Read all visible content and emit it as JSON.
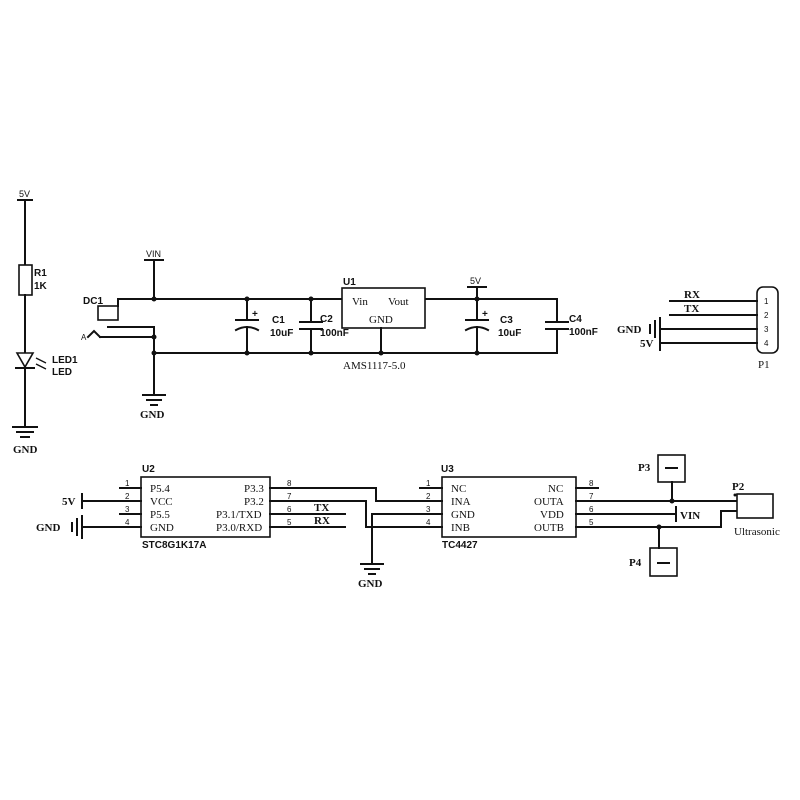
{
  "nets": {
    "v5_top": "5V",
    "gnd_led": "GND",
    "vin": "VIN",
    "gnd_reg": "GND",
    "v5_reg": "5V",
    "rx_p1": "RX",
    "tx_p1": "TX",
    "gnd_p1": "GND",
    "v5_p1": "5V",
    "v5_u2": "5V",
    "gnd_u2": "GND",
    "tx_u2": "TX",
    "rx_u2": "RX",
    "gnd_mid": "GND",
    "vin_u3": "VIN"
  },
  "components": {
    "r1": {
      "ref": "R1",
      "value": "1K"
    },
    "led1": {
      "ref": "LED1",
      "value": "LED"
    },
    "dc1": {
      "ref": "DC1",
      "pin": "A"
    },
    "c1": {
      "ref": "C1",
      "value": "10uF"
    },
    "c2": {
      "ref": "C2",
      "value": "100nF"
    },
    "c3": {
      "ref": "C3",
      "value": "10uF"
    },
    "c4": {
      "ref": "C4",
      "value": "100nF"
    },
    "u1": {
      "ref": "U1",
      "part": "AMS1117-5.0",
      "pin_vin": "Vin",
      "pin_vout": "Vout",
      "pin_gnd": "GND"
    },
    "p1": {
      "ref": "P1",
      "pins": [
        "1",
        "2",
        "3",
        "4"
      ]
    },
    "u2": {
      "ref": "U2",
      "part": "STC8G1K17A",
      "left_pins": [
        {
          "num": "1",
          "name": "P5.4"
        },
        {
          "num": "2",
          "name": "VCC"
        },
        {
          "num": "3",
          "name": "P5.5"
        },
        {
          "num": "4",
          "name": "GND"
        }
      ],
      "right_pins": [
        {
          "num": "8",
          "name": "P3.3"
        },
        {
          "num": "7",
          "name": "P3.2"
        },
        {
          "num": "6",
          "name": "P3.1/TXD"
        },
        {
          "num": "5",
          "name": "P3.0/RXD"
        }
      ]
    },
    "u3": {
      "ref": "U3",
      "part": "TC4427",
      "left_pins": [
        {
          "num": "1",
          "name": "NC"
        },
        {
          "num": "2",
          "name": "INA"
        },
        {
          "num": "3",
          "name": "GND"
        },
        {
          "num": "4",
          "name": "INB"
        }
      ],
      "right_pins": [
        {
          "num": "8",
          "name": "NC"
        },
        {
          "num": "7",
          "name": "OUTA"
        },
        {
          "num": "6",
          "name": "VDD"
        },
        {
          "num": "5",
          "name": "OUTB"
        }
      ]
    },
    "p2": {
      "ref": "P2",
      "value": "Ultrasonic"
    },
    "p3": {
      "ref": "P3"
    },
    "p4": {
      "ref": "P4"
    }
  }
}
